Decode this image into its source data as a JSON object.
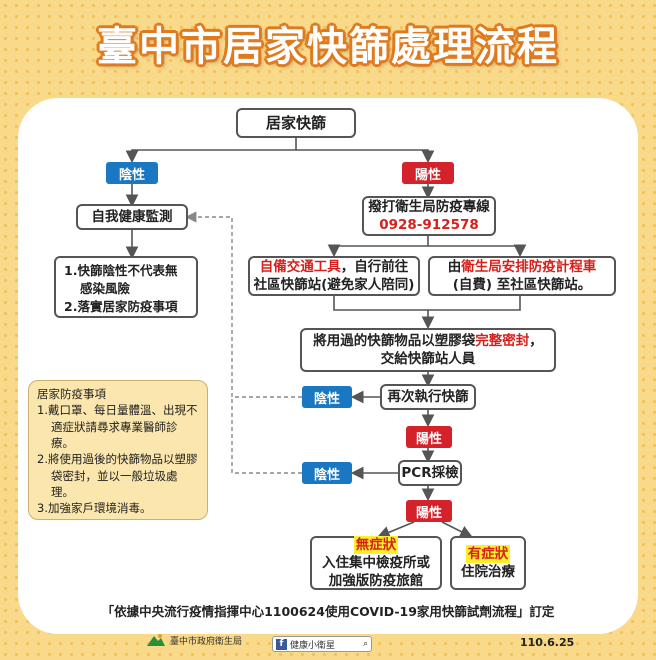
{
  "title": "臺中市居家快篩處理流程",
  "nodes": {
    "home_test": "居家快篩",
    "neg1": "陰性",
    "pos1": "陽性",
    "self_monitor": "自我健康監測",
    "call_line": "撥打衛生局防疫專線",
    "phone": "0928-912578",
    "self_transport_red": "自備交通工具",
    "self_transport_rest": "，自行前往",
    "self_transport_line2": "社區快篩站(避免家人陪同)",
    "arranged_prefix": "由",
    "arranged_red": "衛生局安排防疫計程車",
    "arranged_line2": "(自費) 至社區快篩站。",
    "seal_line1_prefix": "將用過的快篩物品以塑膠袋",
    "seal_red": "完整密封",
    "seal_line1_suffix": "，",
    "seal_line2": "交給快篩站人員",
    "neg2": "陰性",
    "retest": "再次執行快篩",
    "pos2": "陽性",
    "neg3": "陰性",
    "pcr": "PCR採檢",
    "pos3": "陽性",
    "asym_label": "無症狀",
    "asym_line1": "入住集中檢疫所或",
    "asym_line2": "加強版防疫旅館",
    "sym_label": "有症狀",
    "sym_text": "住院治療"
  },
  "negative_notes": [
    "1.快篩陰性不代表無感染風險",
    "2.落實居家防疫事項"
  ],
  "home_notes": {
    "heading": "居家防疫事項",
    "items": [
      "1.戴口罩、每日量體溫、出現不適症狀請尋求專業醫師診療。",
      "2.將使用過後的快篩物品以塑膠袋密封，並以一般垃圾處理。",
      "3.加強家戶環境消毒。"
    ]
  },
  "footer": "「依據中央流行疫情指揮中心1100624使用COVID-19家用快篩試劑流程」訂定",
  "logo_text": "臺中市政府衛生局",
  "bar_text": "健康小衛星",
  "date": "110.6.25",
  "colors": {
    "negative": "#1a78c2",
    "positive": "#d3222a",
    "title_outline": "#e07a1e"
  }
}
